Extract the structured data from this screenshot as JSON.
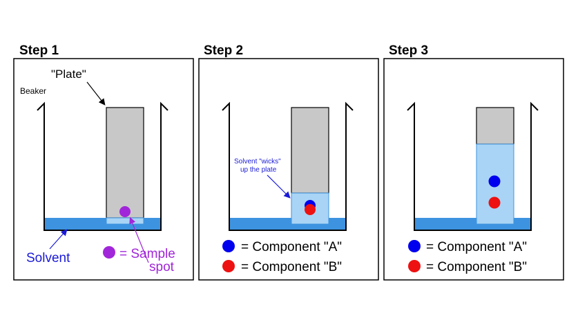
{
  "steps": [
    {
      "title": "Step 1",
      "plate_label": "\"Plate\"",
      "beaker_label": "Beaker",
      "solvent_label": "Solvent",
      "sample_label_line1": "= Sample",
      "sample_label_line2": "spot"
    },
    {
      "title": "Step 2",
      "wick_label_line1": "Solvent \"wicks\"",
      "wick_label_line2": "up the plate",
      "legend": [
        {
          "text": "= Component \"A\"",
          "color": "#0000ee"
        },
        {
          "text": "= Component \"B\"",
          "color": "#ee1111"
        }
      ]
    },
    {
      "title": "Step 3",
      "legend": [
        {
          "text": "= Component \"A\"",
          "color": "#0000ee"
        },
        {
          "text": "= Component \"B\"",
          "color": "#ee1111"
        }
      ]
    }
  ],
  "colors": {
    "solvent": "#3d93e0",
    "wet_plate": "#a9d4f5",
    "plate": "#c8c8c8",
    "component_a": "#0000ee",
    "component_b": "#ee1111",
    "sample": "#a126d9",
    "annotation_blue": "#1a1ad6"
  }
}
